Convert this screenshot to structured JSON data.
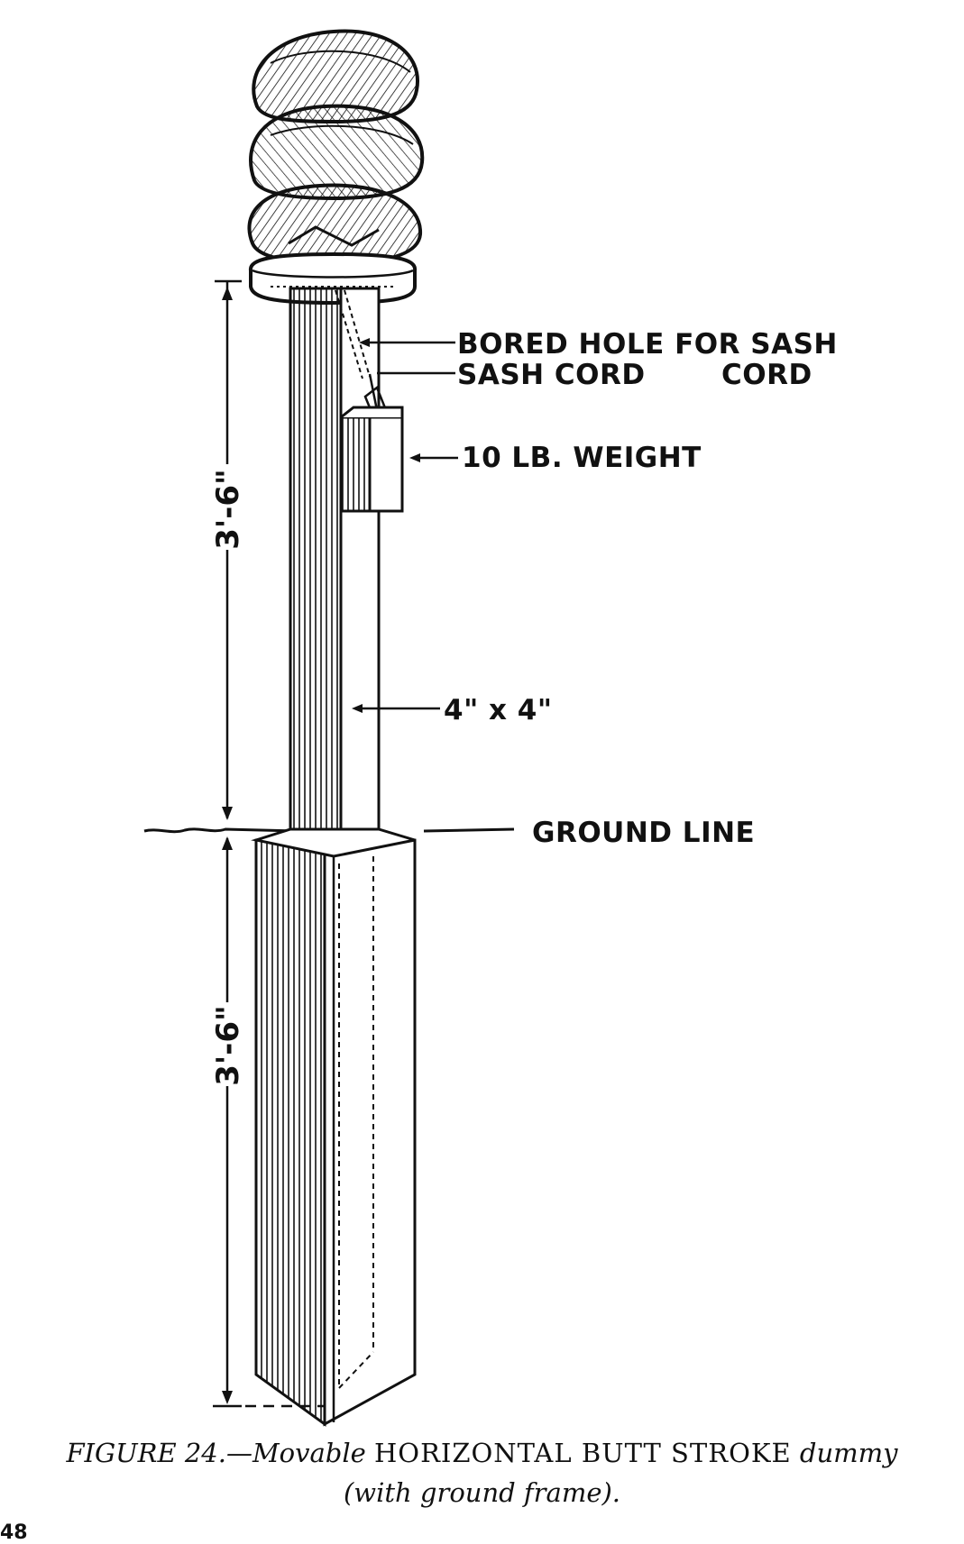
{
  "labels": {
    "bored_hole": "BORED HOLE FOR SASH",
    "sash_cord_left": "SASH CORD",
    "sash_cord_right": "CORD",
    "weight": "10 LB. WEIGHT",
    "post_size": "4\" x 4\"",
    "ground_line": "GROUND LINE",
    "dim_upper": "3'-6\"",
    "dim_lower": "3'-6\""
  },
  "caption": {
    "figure": "FIGURE 24.",
    "dash": "—",
    "word1": "Movable",
    "sc_text": "HORIZONTAL BUTT STROKE",
    "word2": "dummy",
    "line2": "(with ground frame)."
  },
  "page_number": "48"
}
